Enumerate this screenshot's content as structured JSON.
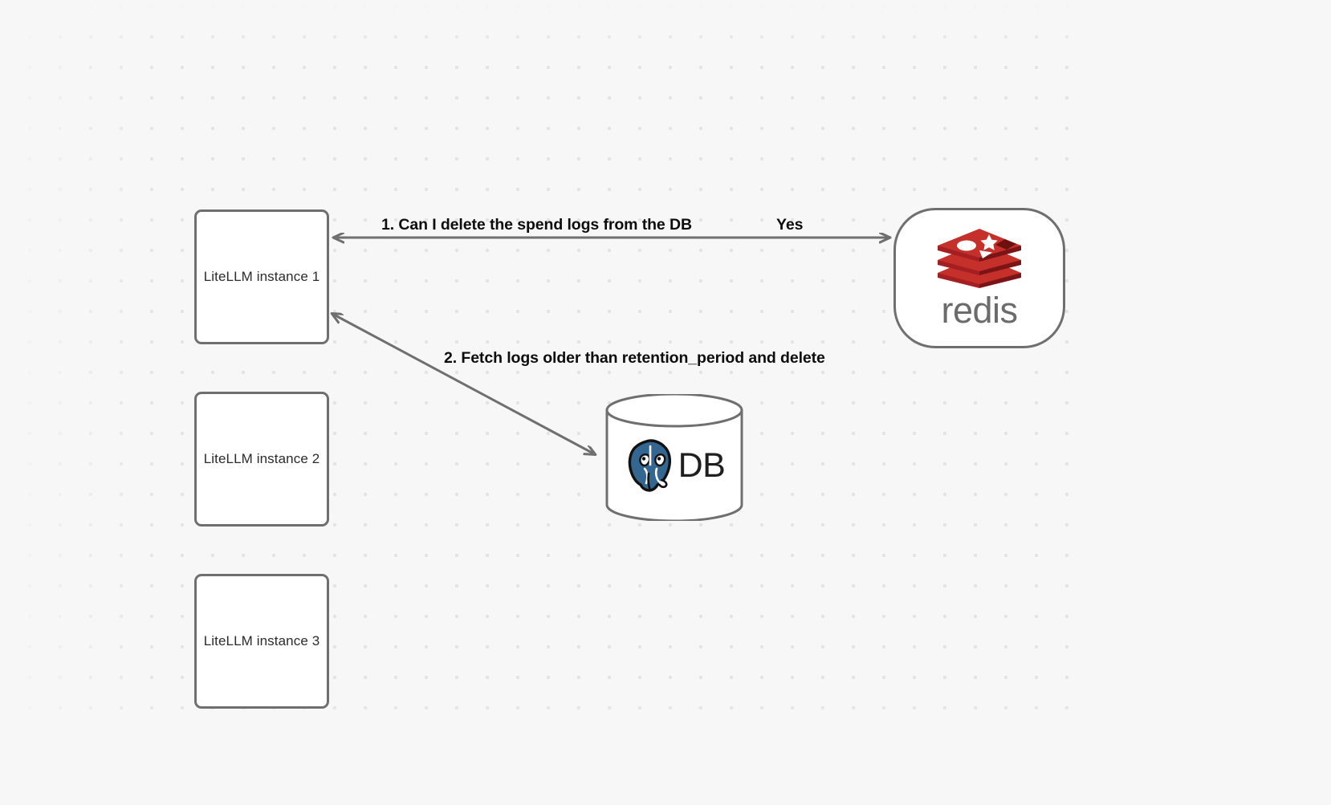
{
  "canvas": {
    "background_color": "#f7f7f7",
    "dot_color": "#e4e4e4"
  },
  "nodes": {
    "instance1": {
      "label": "LiteLLM instance 1"
    },
    "instance2": {
      "label": "LiteLLM instance 2"
    },
    "instance3": {
      "label": "LiteLLM instance 3"
    },
    "redis": {
      "label": "redis",
      "logo_color": "#c6302b",
      "wordmark_color": "#6b6b6b"
    },
    "db": {
      "label": "DB",
      "logo_name": "postgresql-elephant",
      "logo_color": "#336791"
    }
  },
  "edges": {
    "redis_question": {
      "label": "1.  Can I delete the spend logs from the DB"
    },
    "redis_answer": {
      "label": "Yes"
    },
    "db_fetch": {
      "label": "2.  Fetch logs older than retention_period and delete"
    }
  }
}
